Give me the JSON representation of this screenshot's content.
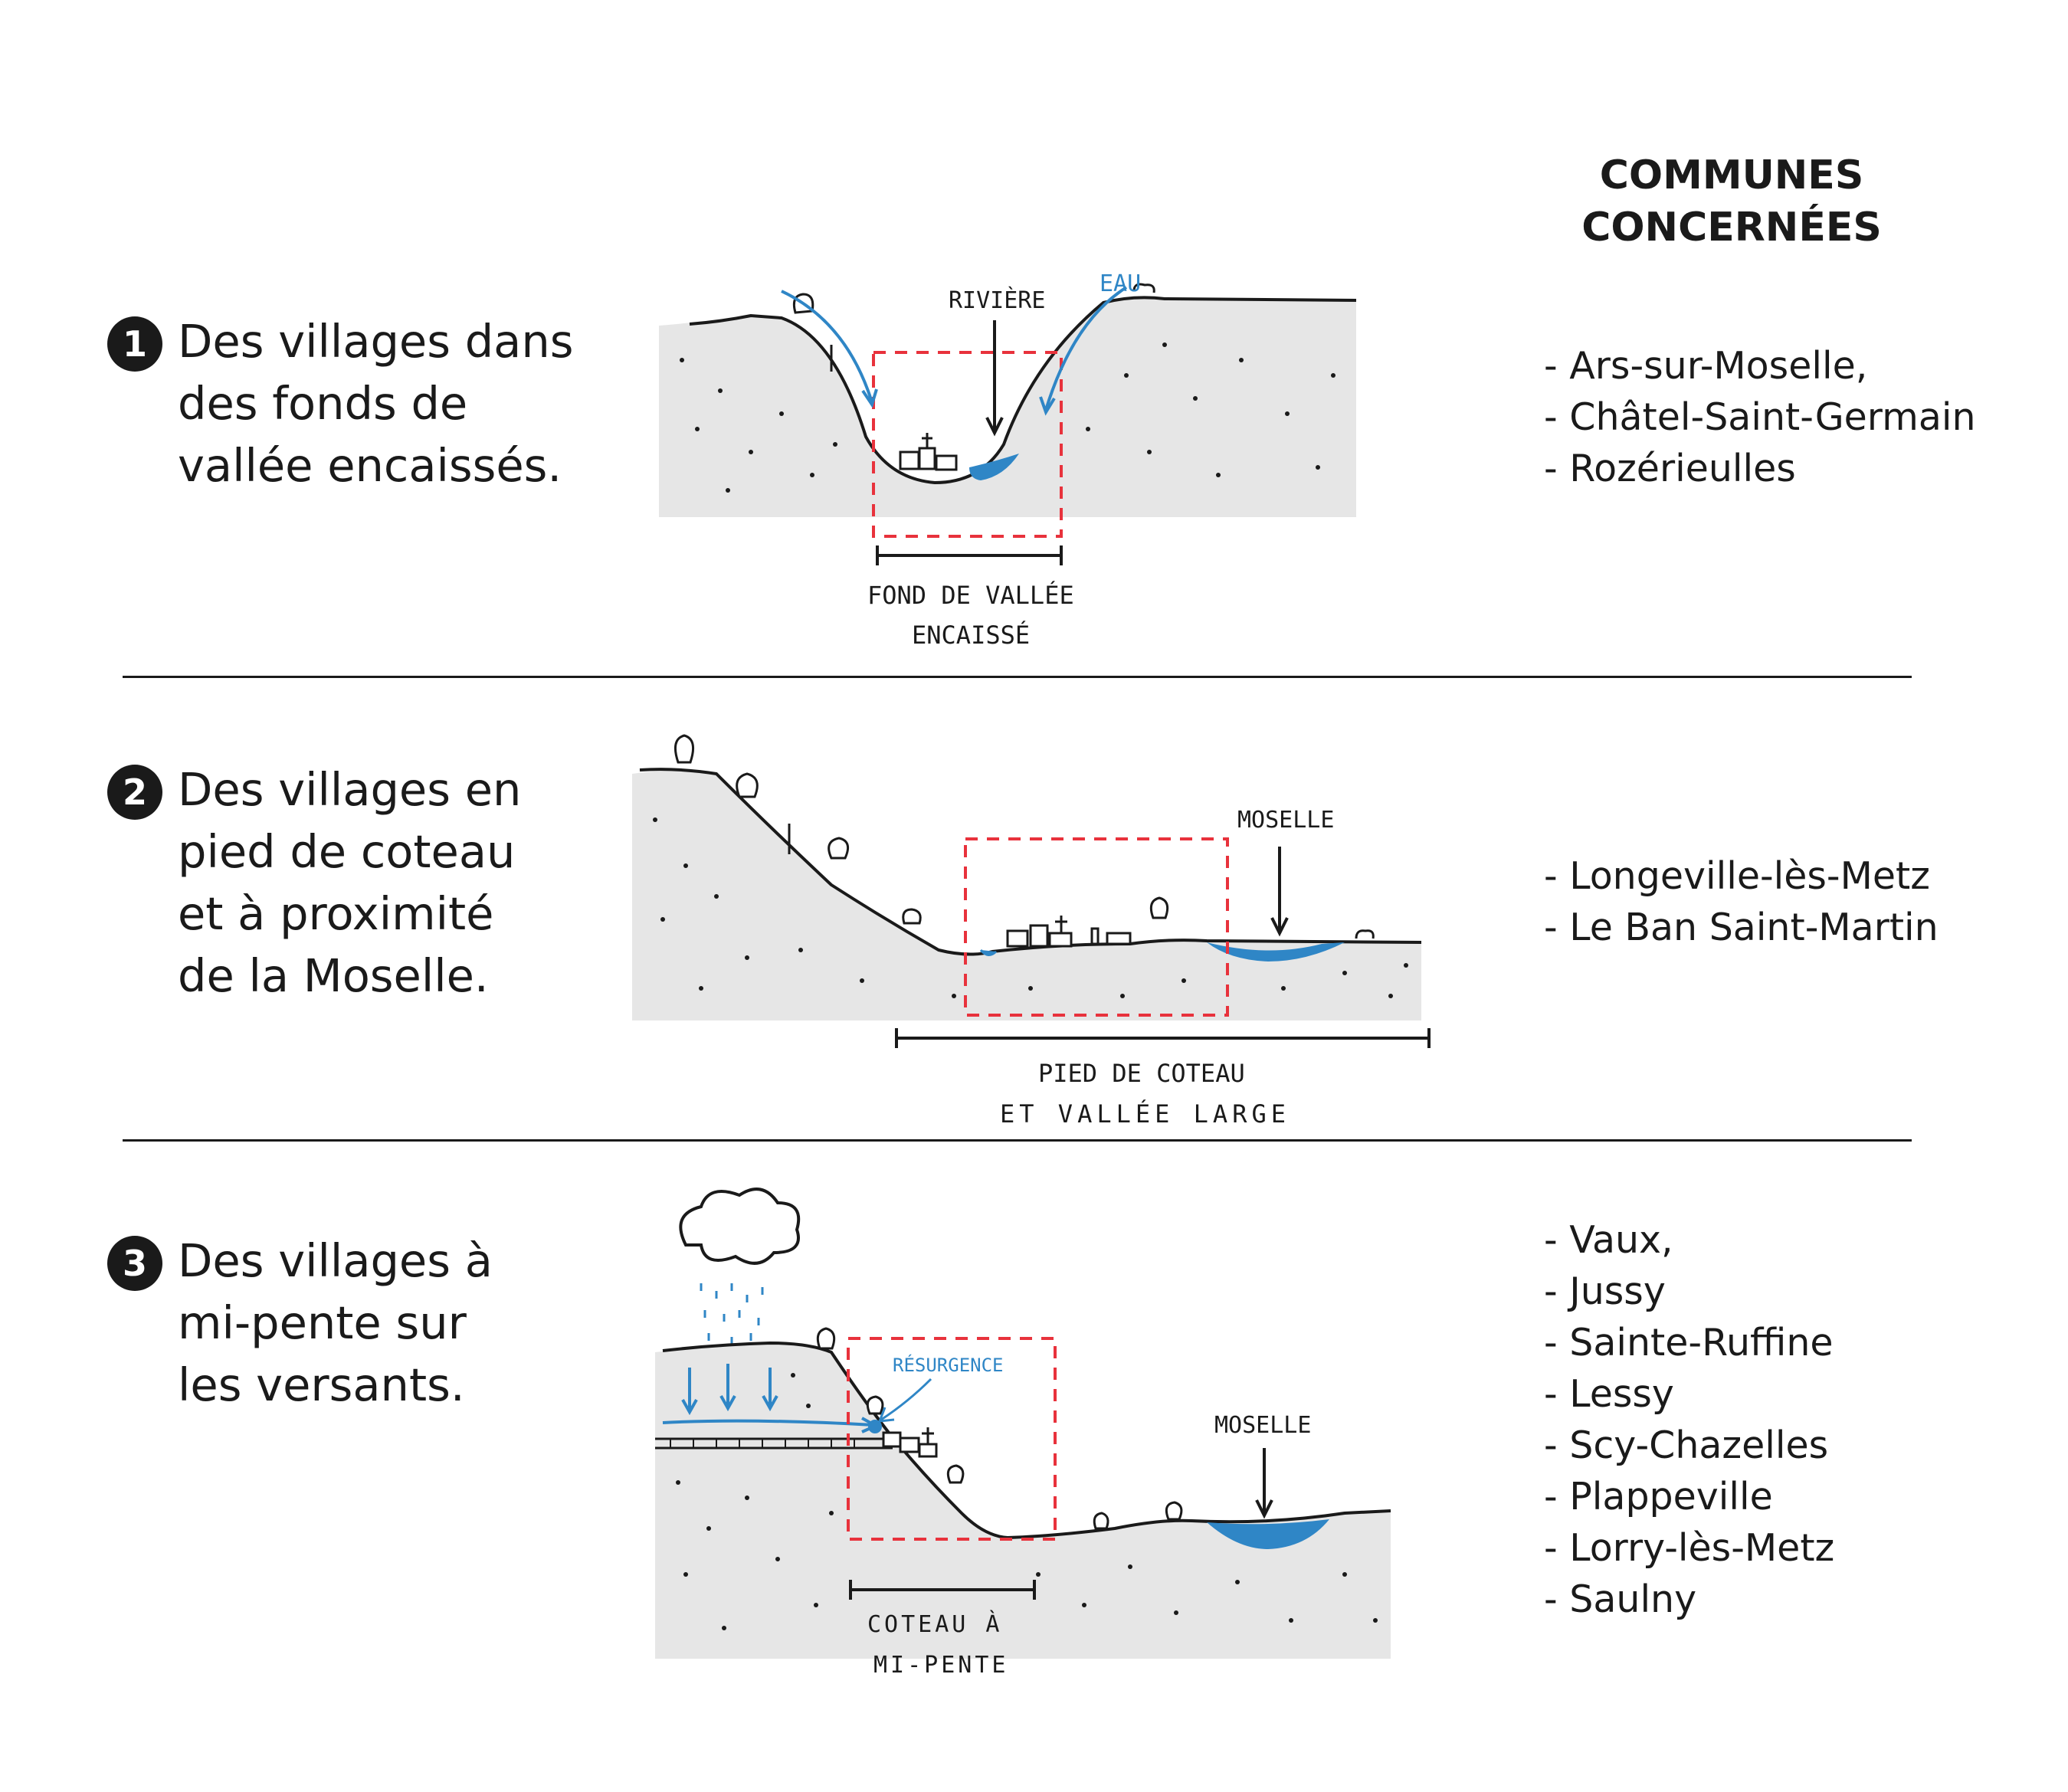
{
  "header": {
    "line1": "COMMUNES",
    "line2": "CONCERNÉES"
  },
  "sections": [
    {
      "number": "1",
      "title_lines": [
        "Des villages dans",
        "des fonds de",
        "vallée encaissés."
      ],
      "communes": [
        "- Ars-sur-Moselle,",
        "- Châtel-Saint-Germain",
        "- Rozérieulles"
      ],
      "sketch": {
        "label_river": "RIVIÈRE",
        "label_water": "EAU",
        "caption_line1": "FOND DE VALLÉE",
        "caption_line2": "ENCAISSÉ"
      }
    },
    {
      "number": "2",
      "title_lines": [
        "Des villages en",
        "pied de coteau",
        "et à proximité",
        "de la Moselle."
      ],
      "communes": [
        "- Longeville-lès-Metz",
        "- Le Ban Saint-Martin"
      ],
      "sketch": {
        "label_river": "MOSELLE",
        "caption_line1": "PIED DE COTEAU",
        "caption_line2": "ET VALLÉE LARGE"
      }
    },
    {
      "number": "3",
      "title_lines": [
        "Des villages à",
        "mi-pente sur",
        "les versants."
      ],
      "communes": [
        "- Vaux,",
        "- Jussy",
        "- Sainte-Ruffine",
        "- Lessy",
        "- Scy-Chazelles",
        "- Plappeville",
        "- Lorry-lès-Metz",
        "- Saulny"
      ],
      "sketch": {
        "label_resurgence": "RÉSURGENCE",
        "label_river": "MOSELLE",
        "caption_line1": "COTEAU À",
        "caption_line2": "MI-PENTE"
      }
    }
  ],
  "colors": {
    "ground": "#e6e6e6",
    "water": "#2f86c6",
    "frame": "#e8323c",
    "ink": "#1a1a1a"
  }
}
